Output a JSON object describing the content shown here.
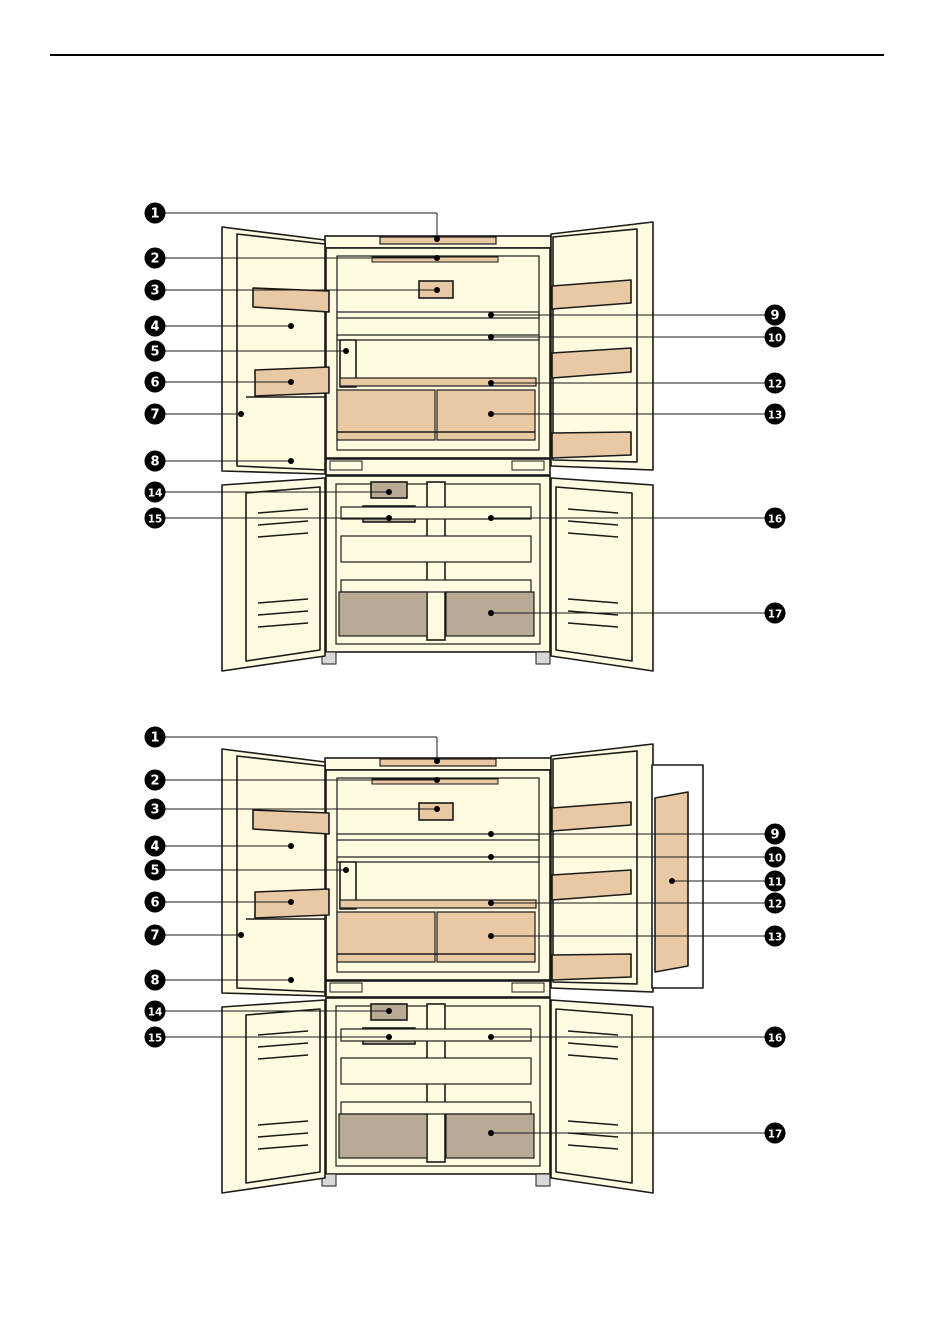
{
  "colors": {
    "cabinet_fill": "#fffbe0",
    "accent_fill": "#e9c8a4",
    "drawer_fill": "#b8aa95",
    "outline": "#1a1a1a",
    "badge_fill": "#000000",
    "badge_text": "#ffffff",
    "rule": "#000000"
  },
  "diagrams": [
    {
      "name": "fridge-diagram-top",
      "show_glass_panel": false,
      "left_callouts": [
        "1",
        "2",
        "3",
        "4",
        "5",
        "6",
        "7",
        "8",
        "14",
        "15"
      ],
      "right_callouts": [
        "9",
        "10",
        "12",
        "13",
        "16",
        "17"
      ]
    },
    {
      "name": "fridge-diagram-bottom",
      "show_glass_panel": true,
      "left_callouts": [
        "1",
        "2",
        "3",
        "4",
        "5",
        "6",
        "7",
        "8",
        "14",
        "15"
      ],
      "right_callouts": [
        "9",
        "10",
        "11",
        "12",
        "13",
        "16",
        "17"
      ]
    }
  ]
}
